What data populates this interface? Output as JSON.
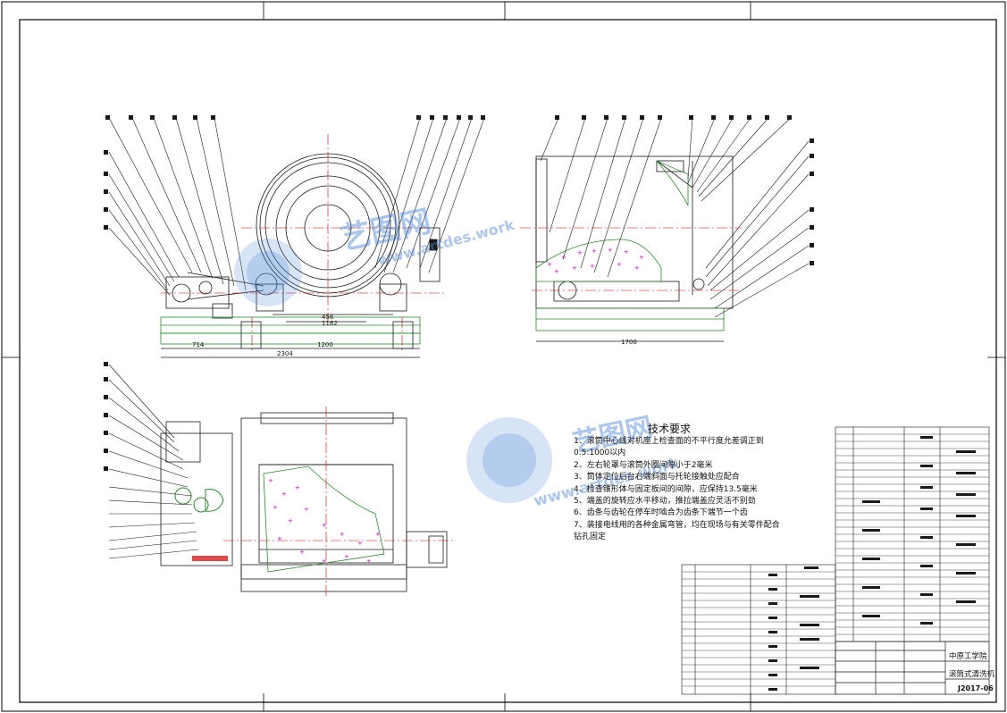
{
  "technical_requirements": {
    "title": "技术要求",
    "items": [
      "1、滚筒中心线对机座上检查面的不平行度允差调正到",
      "0.5:1000以内",
      "2、左右轮罩与滚筒外圈间隙小于2毫米",
      "3、筒体定位后台右端斜面与托轮接触处应配合",
      "4、检查锥形体与固定板间的间隙，应保持13.5毫米",
      "5、端盖的旋转应水平移动，推拉端盖应灵活不别劲",
      "6、齿条与齿轮在停车时啮合为齿条下端节一个齿",
      "7、装接电线用的各种金属弯管，均在现场与有关零件配合",
      "钻孔固定"
    ]
  },
  "dimensions": {
    "d1": "456",
    "d2": "1162",
    "d3": "714",
    "d4": "1200",
    "d5": "2304",
    "d6": "1700"
  },
  "title_block": {
    "school": "中原工学院",
    "drawing_name": "滚筒式清洗机",
    "drawing_code": "J2017-06"
  },
  "watermark": {
    "brand": "艺图网",
    "url": "www.artdes.work"
  },
  "colors": {
    "frame": "#000000",
    "lines": "#1a1a1a",
    "centerline": "#cc0000",
    "base_green": "#2c8a2c",
    "hatch_magenta": "#c000c0",
    "watermark": "#4a86d6"
  }
}
